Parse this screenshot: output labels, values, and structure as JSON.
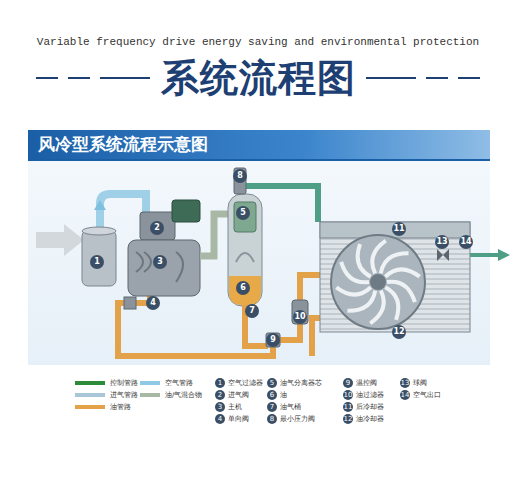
{
  "diagram": {
    "title": "系统流程图",
    "nodes": [
      {
        "text": [
          "风冷型系统流程示意图"
        ]
      }
    ],
    "edges": [],
    "labels": [
      "Variable frequency drive energy saving and environmental protection",
      "1",
      "2",
      "3",
      "4",
      "5",
      "6",
      "7",
      "8",
      "9",
      "10",
      "11",
      "12",
      "13",
      "14",
      "1",
      "空气过滤器",
      "2",
      "进气阀",
      "3",
      "主机",
      "4",
      "单向阀",
      "5",
      "油气分离器芯",
      "6",
      "油",
      "7",
      "油气桶",
      "8",
      "最小压力阀",
      "9",
      "温控阀",
      "10",
      "油过滤器",
      "11",
      "后冷却器",
      "12",
      "油冷却器",
      "13",
      "球阀",
      "14",
      "空气出口"
    ],
    "legend": [
      {
        "text": "控制管路"
      },
      {
        "text": "空气管路"
      },
      {
        "text": "进气管路"
      },
      {
        "text": "油/气混合物"
      },
      {
        "text": "油管路"
      }
    ]
  }
}
